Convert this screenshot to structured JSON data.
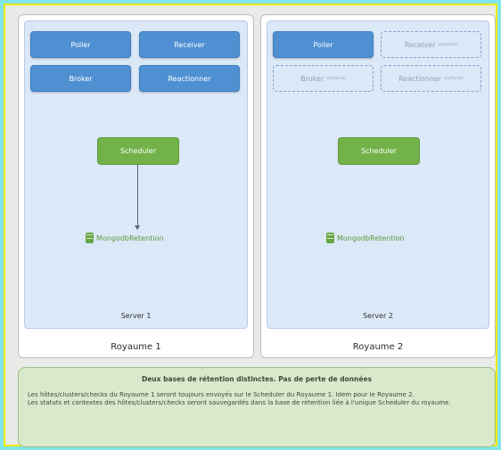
{
  "realms": [
    {
      "name": "Royaume 1",
      "server_label": "Server 1",
      "daemons": [
        {
          "label": "Poller",
          "optional": false,
          "note": ""
        },
        {
          "label": "Receiver",
          "optional": false,
          "note": ""
        },
        {
          "label": "Broker",
          "optional": false,
          "note": ""
        },
        {
          "label": "Reactionner",
          "optional": false,
          "note": ""
        }
      ],
      "scheduler": "Scheduler",
      "retention": "MongodbRetention"
    },
    {
      "name": "Royaume 2",
      "server_label": "Server 2",
      "daemons": [
        {
          "label": "Poller",
          "optional": false,
          "note": ""
        },
        {
          "label": "Receiver",
          "optional": true,
          "note": "(optional)"
        },
        {
          "label": "Broker",
          "optional": true,
          "note": "(optional)"
        },
        {
          "label": "Reactionner",
          "optional": true,
          "note": "(optional)"
        }
      ],
      "scheduler": "Scheduler",
      "retention": "MongodbRetention"
    }
  ],
  "note": {
    "title": "Deux bases de rétention distinctes. Pas de perte de données",
    "line1": "Les hôtes/clusters/checks du Royaume 1 seront toujours envoyés sur le Scheduler du Royaume 1. Idem pour le Royaume 2.",
    "line2": "Les statuts et contextes des hôtes/clusters/checks seront sauvegardés dans la base de rétention liée à l'unique Scheduler du royaume."
  },
  "colors": {
    "daemon": "#4f90d2",
    "scheduler": "#73b24a",
    "server_bg": "#dbe8f8",
    "note_bg": "#d9e9cc"
  }
}
